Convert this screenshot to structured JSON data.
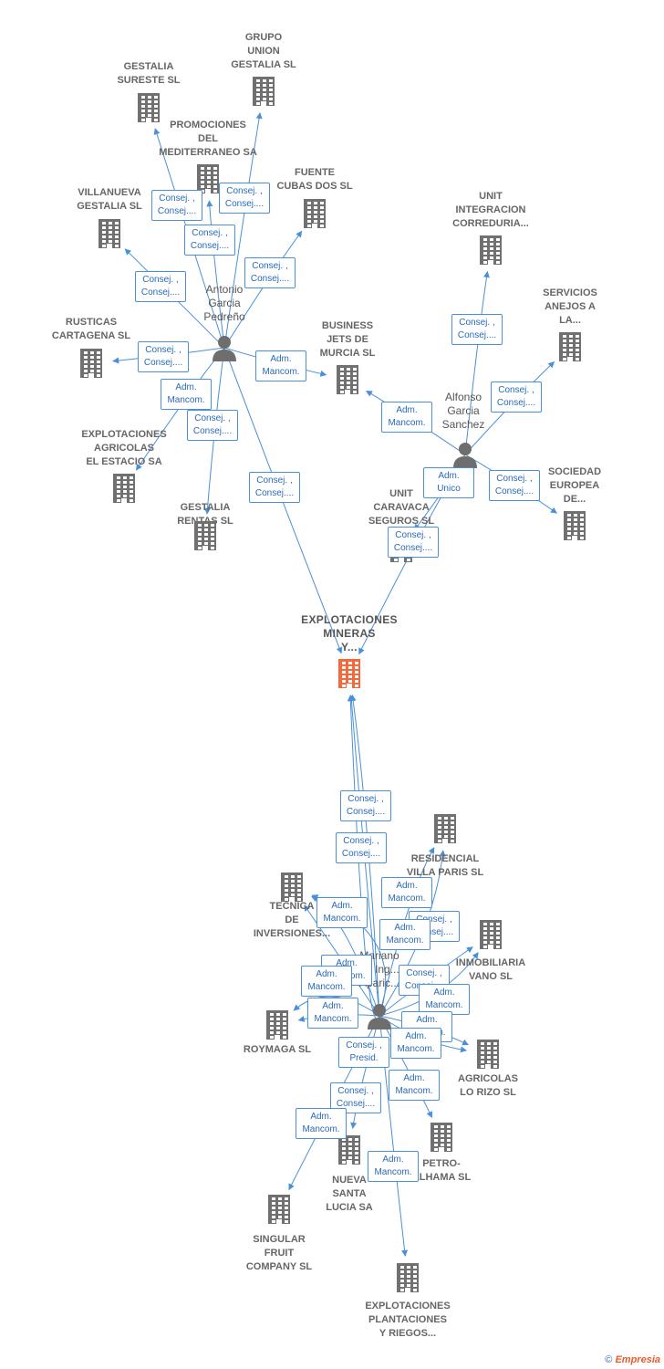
{
  "colors": {
    "company": "#707070",
    "center": "#f26a3b",
    "edge": "#4a90d9",
    "person": "#6e6e6e"
  },
  "companies": [
    {
      "id": "grupo",
      "label": "GRUPO\nUNION\nGESTALIA SL"
    },
    {
      "id": "gestalia_sureste",
      "label": "GESTALIA\nSURESTE SL"
    },
    {
      "id": "promociones",
      "label": "PROMOCIONES\nDEL\nMEDITERRANEO SA"
    },
    {
      "id": "fuente",
      "label": "FUENTE\nCUBAS DOS SL"
    },
    {
      "id": "villanueva",
      "label": "VILLANUEVA\nGESTALIA SL"
    },
    {
      "id": "unit_integracion",
      "label": "UNIT\nINTEGRACION\nCORREDURIA..."
    },
    {
      "id": "servicios",
      "label": "SERVICIOS\nANEJOS A\nLA..."
    },
    {
      "id": "rusticas",
      "label": "RUSTICAS\nCARTAGENA SL"
    },
    {
      "id": "business",
      "label": "BUSINESS\nJETS DE\nMURCIA SL"
    },
    {
      "id": "explot_estacio",
      "label": "EXPLOTACIONES\nAGRICOLAS\nEL ESTACIO SA"
    },
    {
      "id": "gestalia_rentas",
      "label": "GESTALIA\nRENTAS SL"
    },
    {
      "id": "sociedad",
      "label": "SOCIEDAD\nEUROPEA\nDE..."
    },
    {
      "id": "unit_caravaca",
      "label": "UNIT\nCARAVACA\nSEGUROS SL"
    },
    {
      "id": "residencial",
      "label": "RESIDENCIAL\nVILLA PARIS SL"
    },
    {
      "id": "tecnica",
      "label": "TECNICA\nDE\nINVERSIONES..."
    },
    {
      "id": "inmobiliaria",
      "label": "INMOBILIARIA\nVANO SL"
    },
    {
      "id": "roymaga",
      "label": "ROYMAGA SL"
    },
    {
      "id": "agricolas",
      "label": "AGRICOLAS\nLO RIZO SL"
    },
    {
      "id": "petro",
      "label": "PETRO-\nALHAMA SL"
    },
    {
      "id": "nueva",
      "label": "NUEVA\nSANTA\nLUCIA SA"
    },
    {
      "id": "singular",
      "label": "SINGULAR\nFRUIT\nCOMPANY SL"
    },
    {
      "id": "explot_plantaciones",
      "label": "EXPLOTACIONES\nPLANTACIONES\nY RIEGOS..."
    }
  ],
  "center": {
    "id": "center",
    "label": "EXPLOTACIONES\nMINERAS\nY..."
  },
  "persons": [
    {
      "id": "antonio",
      "label": "Antonio\nGarcia\nPedreño"
    },
    {
      "id": "alfonso",
      "label": "Alfonso\nGarcia\nSanchez"
    },
    {
      "id": "mariano",
      "label": "Mariano\nLa Ing...\nAparic..."
    }
  ],
  "edges": [
    {
      "from": "antonio",
      "to": "gestalia_sureste",
      "role": "Consej. ,\nConsej...."
    },
    {
      "from": "antonio",
      "to": "grupo",
      "role": "Consej. ,\nConsej...."
    },
    {
      "from": "antonio",
      "to": "promociones",
      "role": "Consej. ,\nConsej...."
    },
    {
      "from": "antonio",
      "to": "fuente",
      "role": "Consej. ,\nConsej...."
    },
    {
      "from": "antonio",
      "to": "villanueva",
      "role": "Consej. ,\nConsej...."
    },
    {
      "from": "antonio",
      "to": "rusticas",
      "role": "Consej. ,\nConsej...."
    },
    {
      "from": "antonio",
      "to": "business",
      "role": "Adm.\nMancom."
    },
    {
      "from": "antonio",
      "to": "explot_estacio",
      "role": "Adm.\nMancom."
    },
    {
      "from": "antonio",
      "to": "gestalia_rentas",
      "role": "Consej. ,\nConsej...."
    },
    {
      "from": "antonio",
      "to": "center",
      "role": "Consej. ,\nConsej...."
    },
    {
      "from": "alfonso",
      "to": "unit_integracion",
      "role": "Consej. ,\nConsej...."
    },
    {
      "from": "alfonso",
      "to": "servicios",
      "role": "Consej. ,\nConsej...."
    },
    {
      "from": "alfonso",
      "to": "business",
      "role": "Adm.\nMancom."
    },
    {
      "from": "alfonso",
      "to": "sociedad",
      "role": "Consej. ,\nConsej...."
    },
    {
      "from": "alfonso",
      "to": "unit_caravaca",
      "role": "Adm.\nUnico"
    },
    {
      "from": "alfonso",
      "to": "center",
      "role": "Consej. ,\nConsej...."
    },
    {
      "from": "mariano",
      "to": "center",
      "role": "Consej. ,\nConsej...."
    },
    {
      "from": "mariano",
      "to": "center",
      "role": "Consej. ,\nConsej...."
    },
    {
      "from": "mariano",
      "to": "residencial",
      "role": "Adm.\nMancom."
    },
    {
      "from": "mariano",
      "to": "tecnica",
      "role": "Adm.\nMancom."
    },
    {
      "from": "mariano",
      "to": "residencial",
      "role": "Consej. ,\nConsej...."
    },
    {
      "from": "mariano",
      "to": "tecnica",
      "role": "Adm.\nMancom."
    },
    {
      "from": "mariano",
      "to": "tecnica",
      "role": "Adm.\nMancom."
    },
    {
      "from": "mariano",
      "to": "roymaga",
      "role": "Adm.\nMancom."
    },
    {
      "from": "mariano",
      "to": "inmobiliaria",
      "role": "Consej. ,\nConsej...."
    },
    {
      "from": "mariano",
      "to": "inmobiliaria",
      "role": "Adm.\nMancom."
    },
    {
      "from": "mariano",
      "to": "roymaga",
      "role": "Adm.\nMancom."
    },
    {
      "from": "mariano",
      "to": "agricolas",
      "role": "Adm.\nMancom."
    },
    {
      "from": "mariano",
      "to": "center",
      "role": "Consej. ,\nPresid."
    },
    {
      "from": "mariano",
      "to": "agricolas",
      "role": "Adm.\nMancom."
    },
    {
      "from": "mariano",
      "to": "petro",
      "role": "Adm.\nMancom."
    },
    {
      "from": "mariano",
      "to": "nueva",
      "role": "Consej. ,\nConsej...."
    },
    {
      "from": "mariano",
      "to": "singular",
      "role": "Adm.\nMancom."
    },
    {
      "from": "mariano",
      "to": "explot_plantaciones",
      "role": "Adm.\nMancom."
    }
  ],
  "footer": {
    "copyright": "©",
    "brand": "Empresia"
  }
}
